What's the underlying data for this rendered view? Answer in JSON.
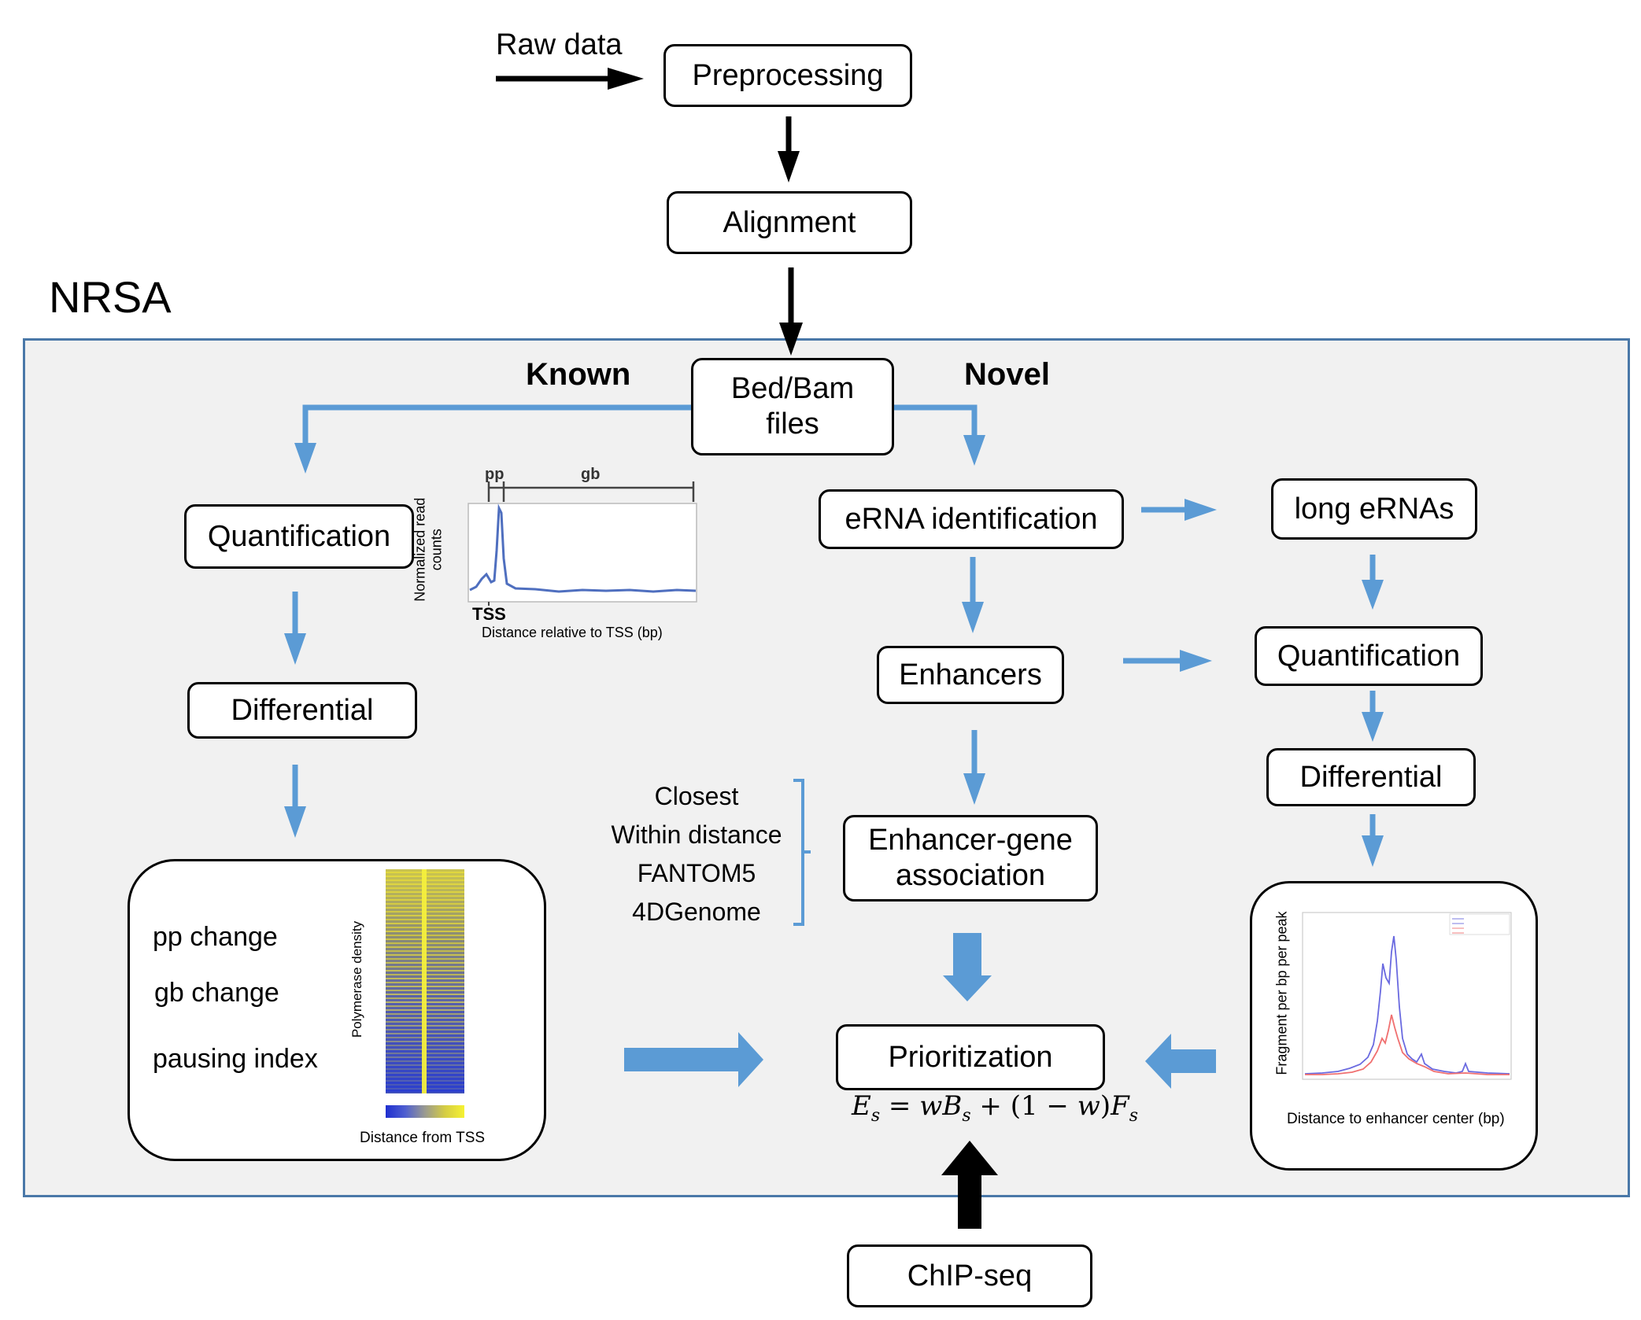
{
  "title": "NRSA",
  "raw_data": "Raw data",
  "steps": {
    "preprocessing": "Preprocessing",
    "alignment": "Alignment",
    "bedbam_line1": "Bed/Bam",
    "bedbam_line2": "files",
    "chipseq": "ChIP-seq"
  },
  "branches": {
    "known": "Known",
    "novel": "Novel"
  },
  "known": {
    "quantification": "Quantification",
    "differential": "Differential",
    "metrics": [
      "pp change",
      "gb change",
      "pausing index"
    ],
    "profile": {
      "ylabel_line1": "Normalized read",
      "ylabel_line2": "counts",
      "xlabel": "Distance relative to TSS (bp)",
      "tss": "TSS",
      "pp": "pp",
      "gb": "gb"
    },
    "heatmap": {
      "ylabel": "Polymerase density",
      "xlabel": "Distance from TSS"
    }
  },
  "novel": {
    "erna": "eRNA identification",
    "enhancers": "Enhancers",
    "assoc_line1": "Enhancer-gene",
    "assoc_line2": "association",
    "methods": [
      "Closest",
      "Within distance",
      "FANTOM5",
      "4DGenome"
    ],
    "long_ernas": "long eRNAs",
    "quantification": "Quantification",
    "differential": "Differential",
    "profile": {
      "ylabel": "Fragment per bp per peak",
      "xlabel": "Distance to enhancer center (bp)"
    }
  },
  "prioritization": "Prioritization",
  "colors": {
    "blue_arrow": "#5b9bd5",
    "panel_border": "#4a78a8",
    "panel_bg": "#f1f1f1",
    "heat_blue": "#1f2fd0",
    "heat_yellow": "#f2f032"
  }
}
